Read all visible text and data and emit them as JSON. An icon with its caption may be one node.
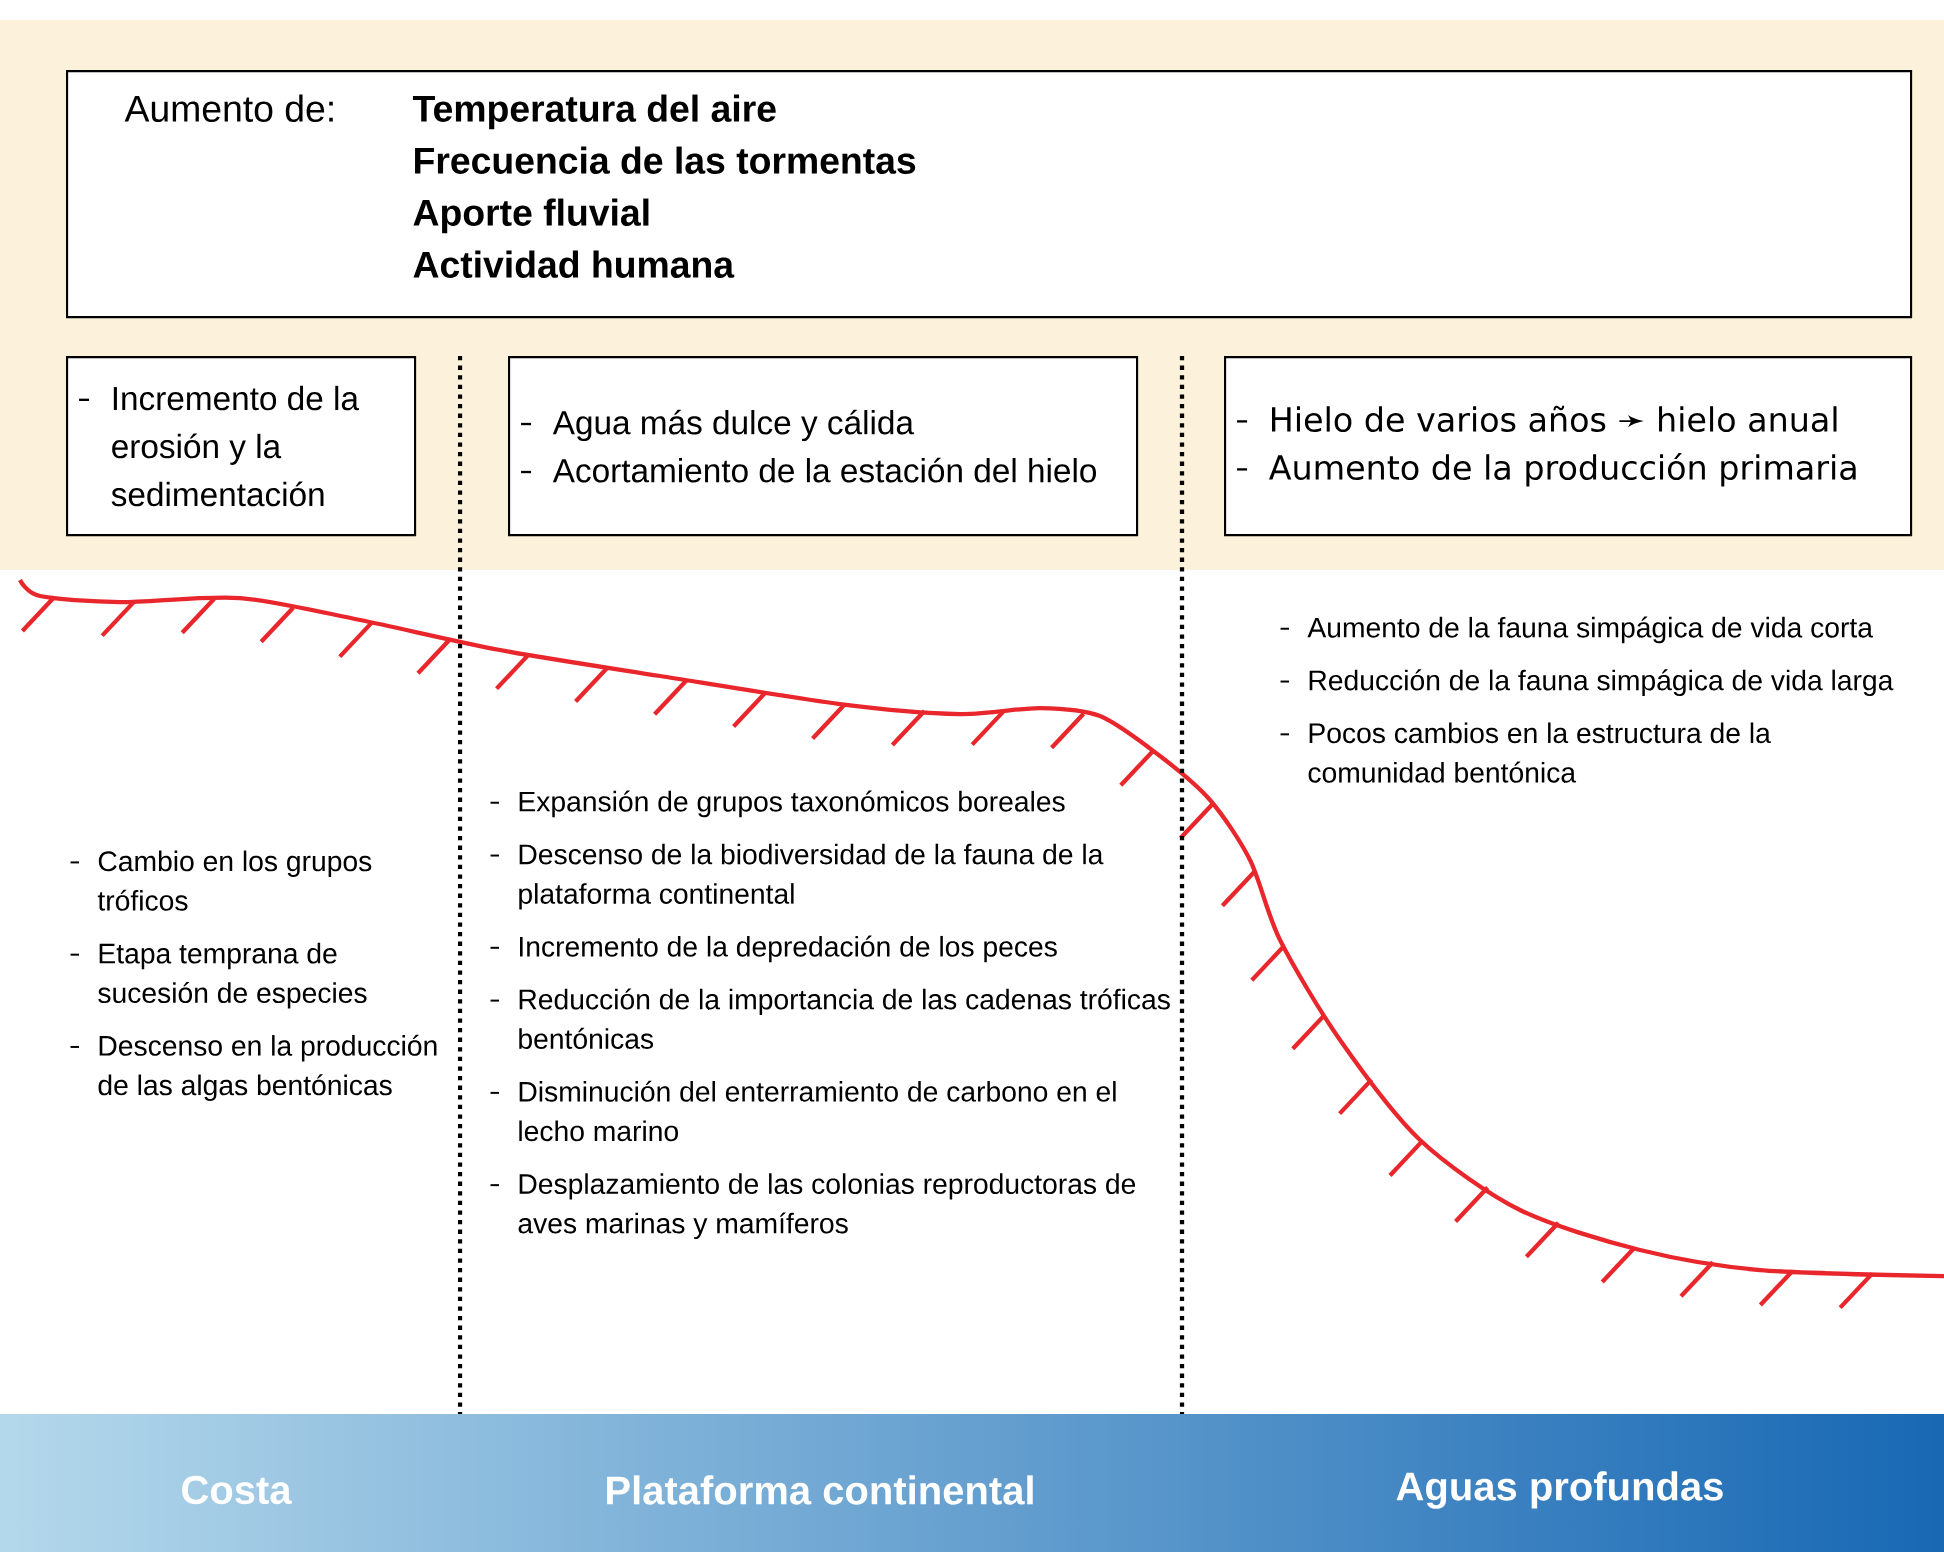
{
  "diagram": {
    "nodes": [
      {
        "text": [
          "Aumento de:",
          "Temperatura del aire",
          "Frecuencia de las tormentas",
          "Aporte fluvial",
          "Actividad humana"
        ]
      },
      {
        "text": [
          "Incremento de la erosión y la sedimentación"
        ]
      },
      {
        "text": [
          "Agua más dulce y cálida",
          "Acortamiento de la estación del hielo"
        ]
      },
      {
        "text": [
          "Hielo de varios años ➛ hielo anual",
          "Aumento de la producción primaria"
        ]
      }
    ],
    "labels": [
      "Cambio en los grupos tróficos",
      "Etapa temprana de sucesión de especies",
      "Descenso en la producción de las algas bentónicas",
      "Expansión de grupos taxonómicos boreales",
      "Descenso de la biodiversidad de la fauna de la plataforma continental",
      "Incremento de la depredación de los peces",
      "Reducción de la importancia de las cadenas tróficas bentónicas",
      "Disminución del enterramiento de carbono en el lecho marino",
      "Desplazamiento de las colonias reproductoras de aves marinas y mamíferos",
      "Aumento de la fauna simpágica de vida corta",
      "Reducción de la fauna simpágica de vida larga",
      "Pocos cambios en la estructura de la comunidad bentónica",
      "Costa",
      "Plataforma continental",
      "Aguas profundas"
    ]
  }
}
